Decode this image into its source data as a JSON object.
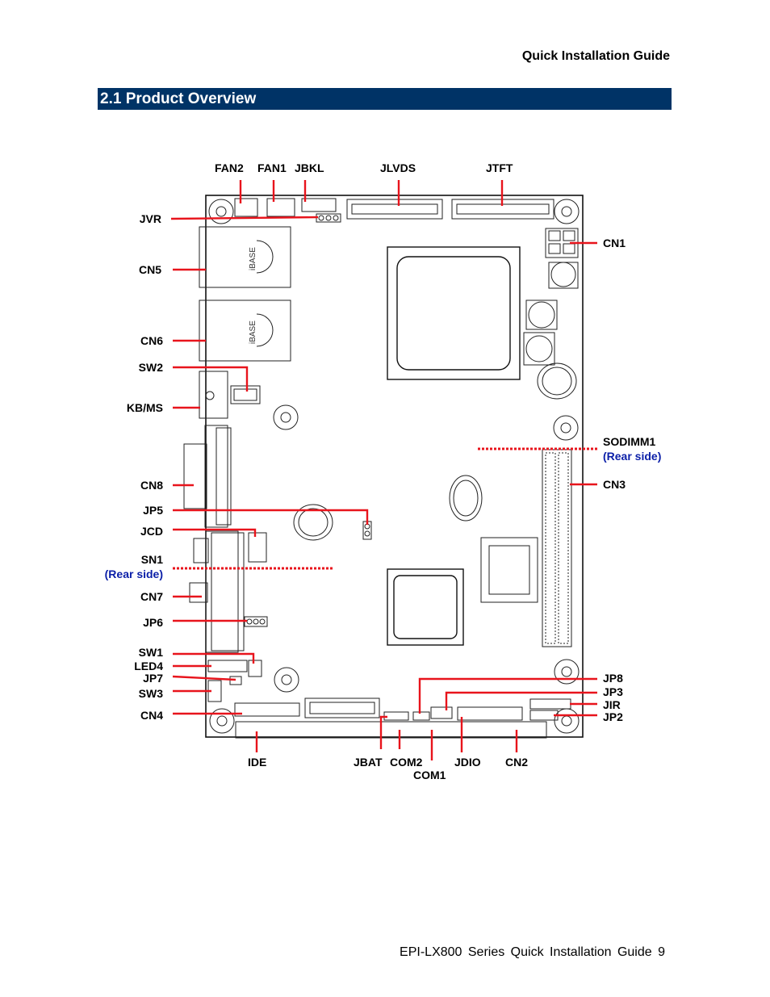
{
  "header": {
    "guide_title": "Quick Installation Guide"
  },
  "section": {
    "title": "2.1 Product Overview"
  },
  "footer": {
    "text": "EPI-LX800 Series Quick Installation Guide 9"
  },
  "board": {
    "brand_mark": "iBASE",
    "labels": {
      "fan2": "FAN2",
      "fan1": "FAN1",
      "jbkl": "JBKL",
      "jlvds": "JLVDS",
      "jtft": "JTFT",
      "jvr": "JVR",
      "cn5": "CN5",
      "cn6": "CN6",
      "sw2": "SW2",
      "kbms": "KB/MS",
      "cn8": "CN8",
      "jp5": "JP5",
      "jcd": "JCD",
      "sn1": "SN1",
      "rear_side": "(Rear side)",
      "cn7": "CN7",
      "jp6": "JP6",
      "sw1": "SW1",
      "led4": "LED4",
      "jp7": "JP7",
      "sw3": "SW3",
      "cn4": "CN4",
      "cn1": "CN1",
      "sodimm1": "SODIMM1",
      "cn3": "CN3",
      "jp8": "JP8",
      "jp3": "JP3",
      "jir": "JIR",
      "jp2": "JP2",
      "ide": "IDE",
      "jbat": "JBAT",
      "com2": "COM2",
      "com1": "COM1",
      "jdio": "JDIO",
      "cn2": "CN2"
    }
  },
  "colors": {
    "section_bar": "#003366",
    "leader_line": "#e8141c",
    "rear_side_text": "#0b1fa8"
  }
}
